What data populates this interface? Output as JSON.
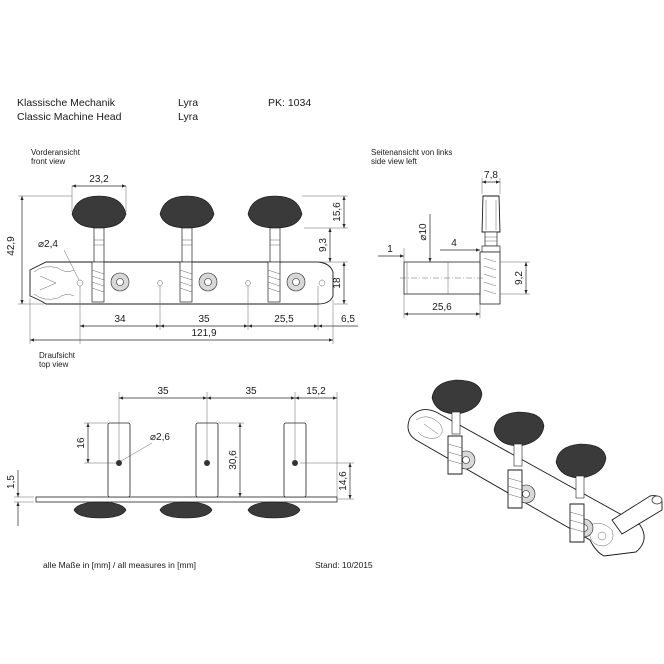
{
  "header": {
    "name_de": "Klassische Mechanik",
    "name_en": "Classic Machine Head",
    "model_1": "Lyra",
    "model_2": "Lyra",
    "pk": "PK: 1034"
  },
  "views": {
    "front_de": "Vorderansicht",
    "front_en": "front view",
    "side_de": "Seitenansicht von links",
    "side_en": "side view left",
    "top_de": "Draufsicht",
    "top_en": "top view"
  },
  "dims_front": {
    "button_width": "23,2",
    "button_height": "15,6",
    "total_height": "42,9",
    "hole": "⌀2,4",
    "post_offset": "9,3",
    "plate_height": "18",
    "span_1": "34",
    "span_2": "35",
    "span_3": "25,5",
    "end": "6,5",
    "total_length": "121,9"
  },
  "dims_side": {
    "width_top": "7,8",
    "roller_dia": "⌀10",
    "lip": "1",
    "shoulder": "4",
    "roller_len": "25,6",
    "height": "9,2"
  },
  "dims_top": {
    "pitch_1": "35",
    "pitch_2": "35",
    "end_offset": "15,2",
    "hole": "⌀2,6",
    "left_h": "16",
    "roller_h": "30,6",
    "plate_t": "1,5",
    "right_h": "14,6"
  },
  "footer": {
    "units": "alle Maße in [mm] / all measures in [mm]",
    "date": "Stand: 10/2015"
  }
}
